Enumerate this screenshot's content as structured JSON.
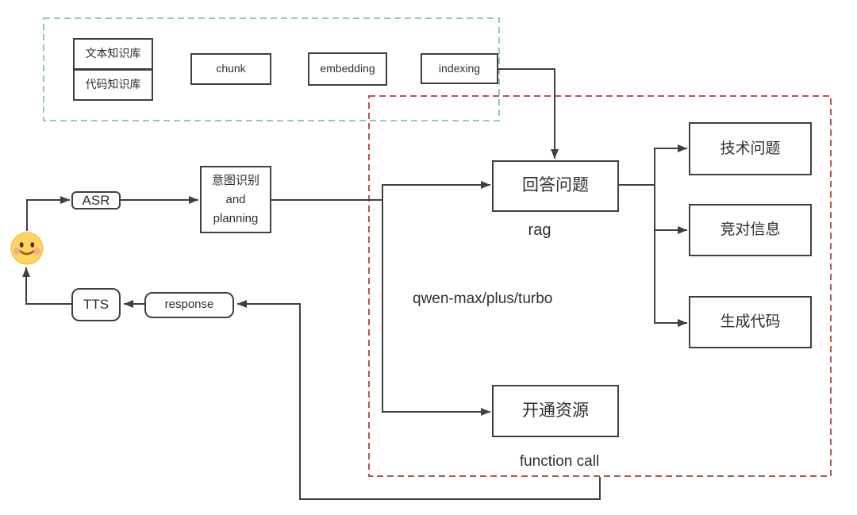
{
  "diagram": {
    "colors": {
      "line": "#3f3f3f",
      "box_border": "#3f3f3f",
      "teal_group_border": "#93c7c3",
      "red_group_border": "#b85450",
      "emoji_face": "#ffd45f",
      "emoji_cheek": "#f5a29a"
    },
    "ingest_group": {
      "text_kb": "文本知识库",
      "code_kb": "代码知识库",
      "chunk": "chunk",
      "embedding": "embedding",
      "indexing": "indexing"
    },
    "voice_flow": {
      "user_icon": "smiling-face-with-rosy-cheeks",
      "asr": "ASR",
      "intent": {
        "line1": "意图识别",
        "line2": "and",
        "line3": "planning"
      },
      "tts": "TTS",
      "response": "response"
    },
    "llm_group": {
      "answer": "回答问题",
      "answer_caption": "rag",
      "model_note": "qwen-max/plus/turbo",
      "provision": "开通资源",
      "provision_caption": "function call"
    },
    "outputs": {
      "tech": "技术问题",
      "competitor": "竞对信息",
      "codegen": "生成代码"
    }
  }
}
